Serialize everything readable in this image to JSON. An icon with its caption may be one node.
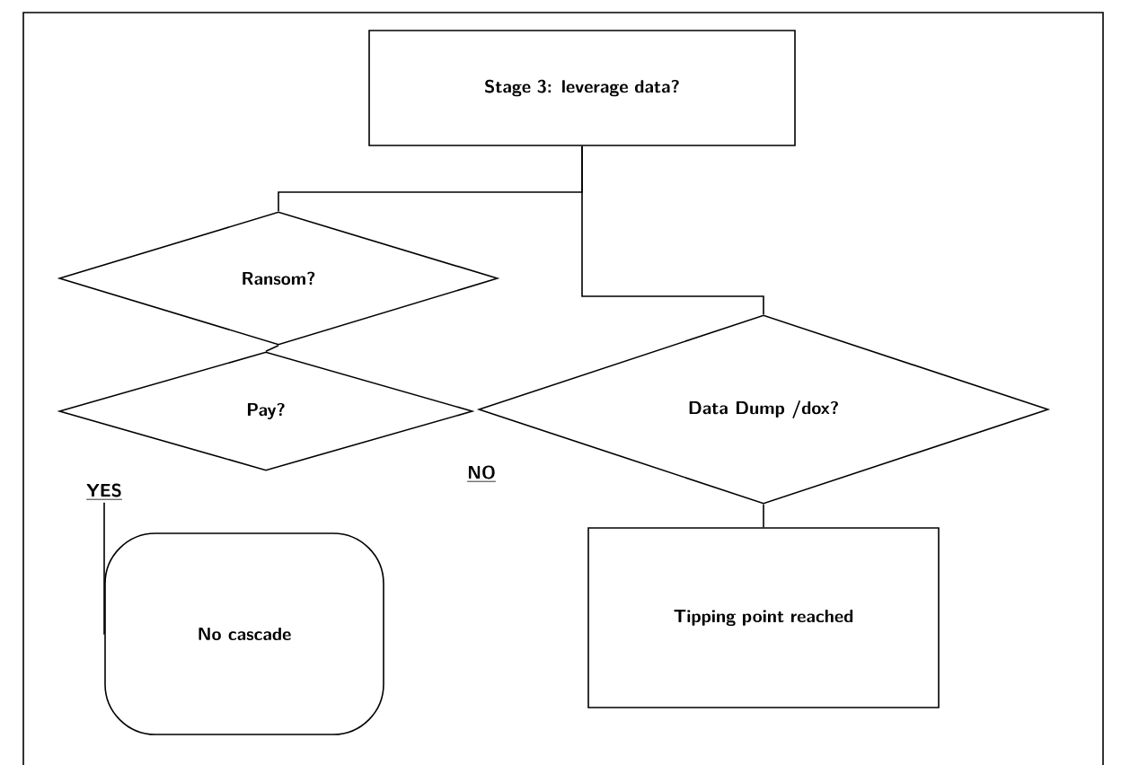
{
  "diagram": {
    "nodes": [
      {
        "text": [
          "Stage 3: leverage data?"
        ]
      },
      {
        "text": [
          "Ransom?"
        ]
      },
      {
        "text": [
          "Pay?"
        ]
      },
      {
        "text": [
          "Data Dump /dox?"
        ]
      },
      {
        "text": [
          "No cascade"
        ]
      },
      {
        "text": [
          "Tipping point reached"
        ]
      },
      {
        "text": [
          "YES"
        ]
      }
    ],
    "edges": [
      {
        "from": 0,
        "to": 1,
        "arrow": "none"
      },
      {
        "from": 0,
        "to": 3,
        "arrow": "none"
      },
      {
        "from": 1,
        "to": 2,
        "arrow": "none"
      },
      {
        "from": 3,
        "to": 5,
        "arrow": "none"
      },
      {
        "from": 6,
        "to": 4,
        "arrow": "none"
      }
    ],
    "labels": [
      "NO"
    ]
  }
}
